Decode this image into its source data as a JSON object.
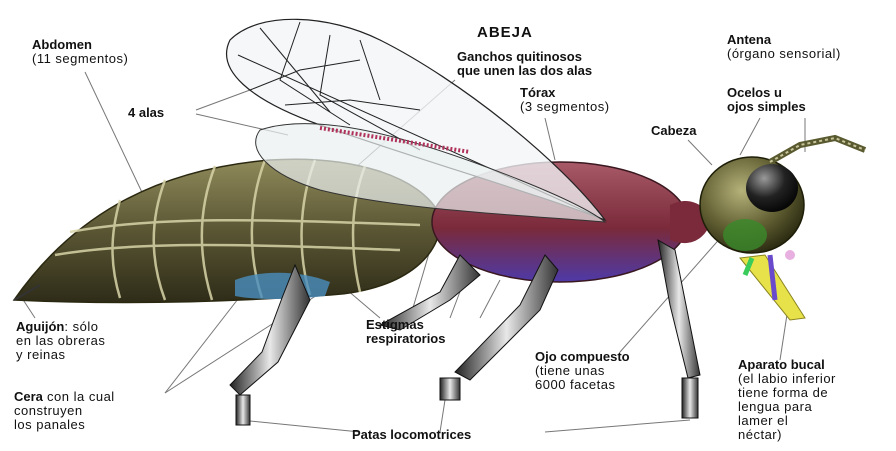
{
  "title": "ABEJA",
  "labels": {
    "abdomen": {
      "name": "Abdomen",
      "detail": "(11 segmentos)"
    },
    "alas": {
      "name": "4 alas"
    },
    "ganchos": {
      "line1": "Ganchos quitinosos",
      "line2": "que unen las dos alas"
    },
    "torax": {
      "name": "Tórax",
      "detail": "(3 segmentos)"
    },
    "antena": {
      "name": "Antena",
      "detail": "(órgano sensorial)"
    },
    "ocelos": {
      "line1": "Ocelos u",
      "line2": "ojos simples"
    },
    "cabeza": {
      "name": "Cabeza"
    },
    "aguijon": {
      "name": "Aguijón",
      "detail1": ": sólo",
      "detail2": "en las obreras",
      "detail3": "y reinas"
    },
    "estigmas": {
      "line1": "Estigmas",
      "line2": "respiratorios"
    },
    "ojo": {
      "name": "Ojo compuesto",
      "detail1": "(tiene unas",
      "detail2": "6000 facetas"
    },
    "aparato": {
      "name": "Aparato bucal",
      "detail1": "(el labio inferior",
      "detail2": "tiene forma de",
      "detail3": "lengua para",
      "detail4": "lamer el",
      "detail5": "néctar)"
    },
    "cera": {
      "name": "Cera",
      "detail1": " con la cual",
      "detail2": "construyen",
      "detail3": "los panales"
    },
    "patas": {
      "name": "Patas locomotrices"
    }
  }
}
